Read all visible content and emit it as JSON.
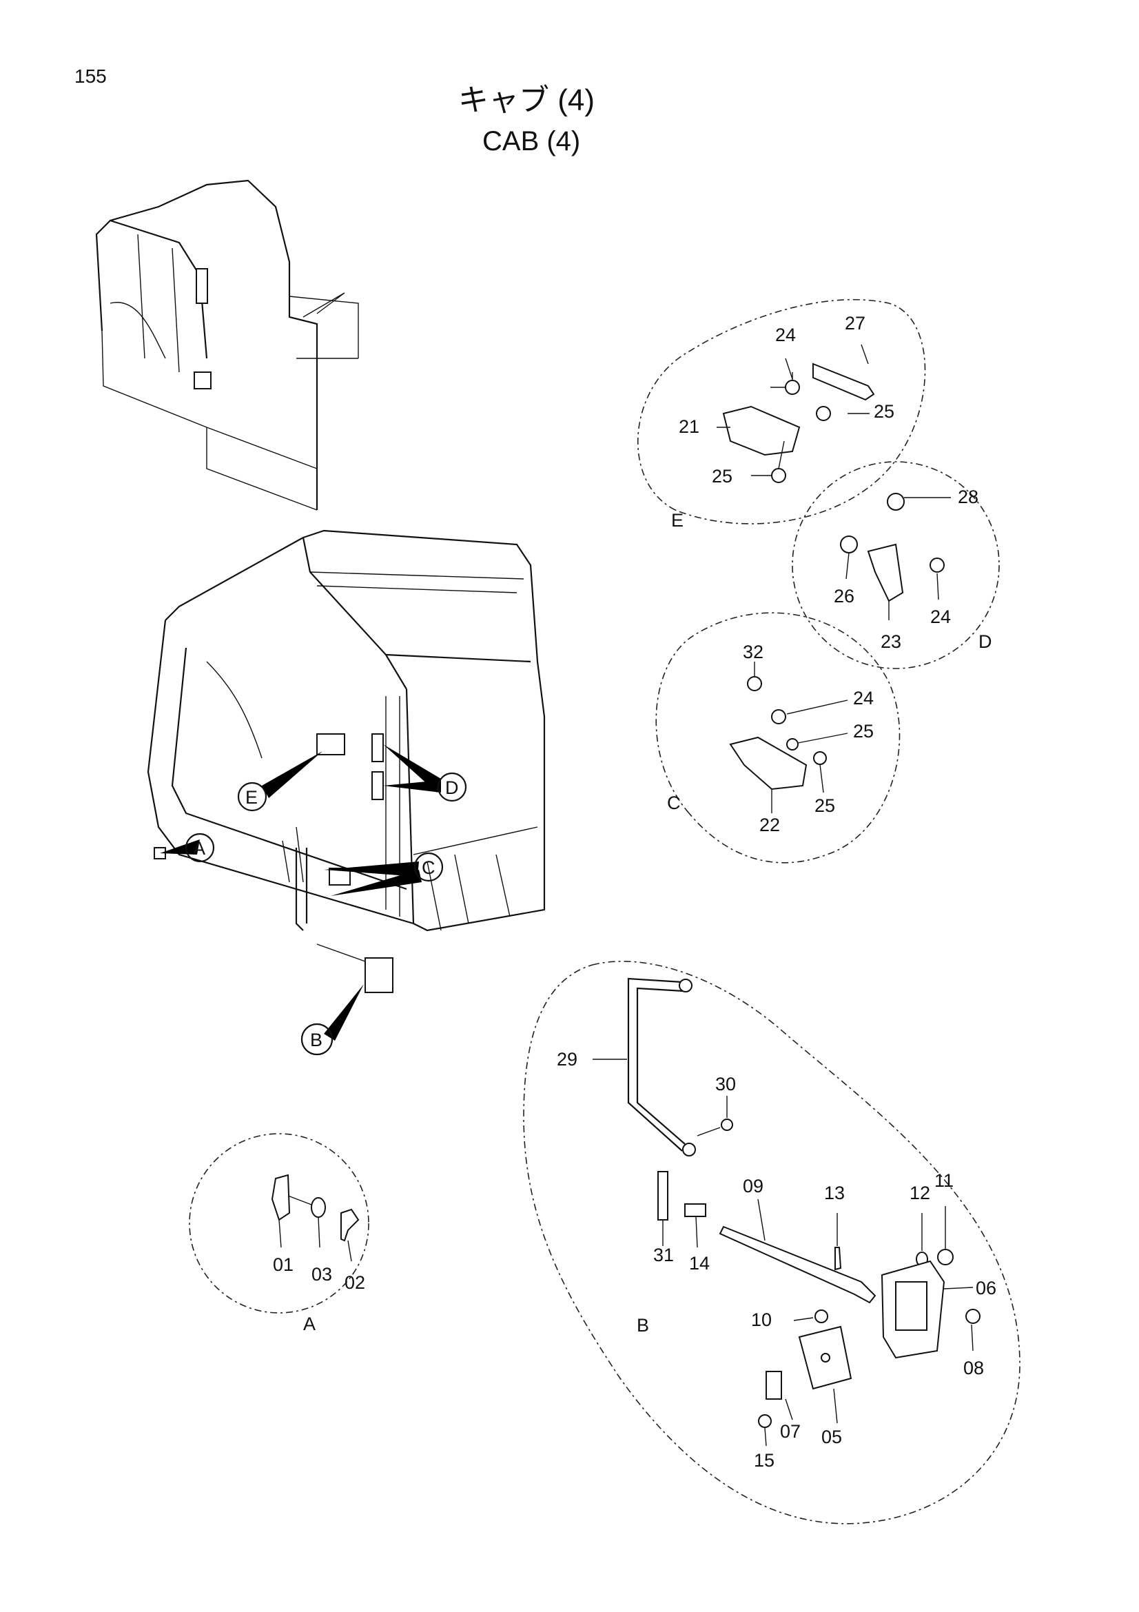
{
  "page_number": "155",
  "title_jp": "キャブ (4)",
  "title_en": "CAB (4)",
  "callouts": [
    "A",
    "B",
    "C",
    "D",
    "E"
  ],
  "detail_letters": {
    "A": "A",
    "B": "B",
    "C": "C",
    "D": "D",
    "E": "E"
  },
  "detail_E": {
    "parts": [
      "24",
      "27",
      "21",
      "25",
      "25"
    ]
  },
  "detail_D": {
    "parts": [
      "28",
      "26",
      "23",
      "24"
    ]
  },
  "detail_C": {
    "parts": [
      "32",
      "24",
      "25",
      "22",
      "25"
    ]
  },
  "detail_A": {
    "parts": [
      "01",
      "03",
      "02"
    ]
  },
  "detail_B": {
    "parts": [
      "29",
      "30",
      "09",
      "13",
      "12",
      "11",
      "06",
      "31",
      "14",
      "10",
      "08",
      "05",
      "07",
      "15"
    ]
  }
}
